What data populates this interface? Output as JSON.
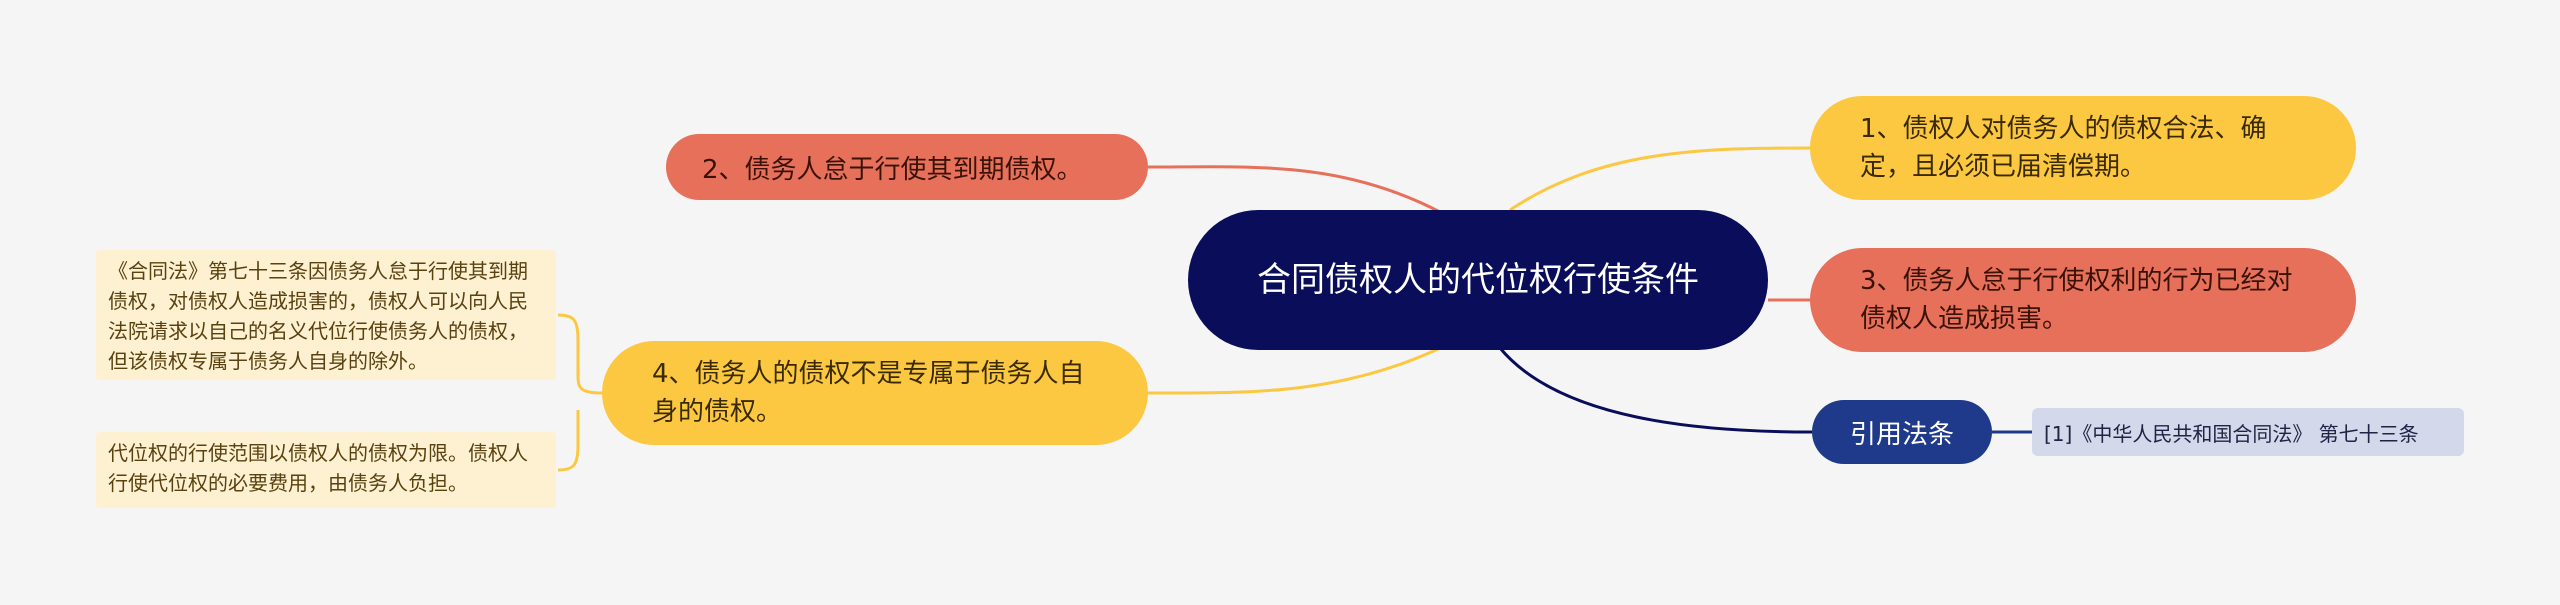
{
  "colors": {
    "background": "#f5f5f5",
    "central": "#0a0e5a",
    "yellow": "#fcc842",
    "red": "#e6705a",
    "navy": "#1f3a8a",
    "ref_leaf": "#d3d8eb",
    "leaf": "#fdf1d2"
  },
  "central": {
    "title": "合同债权人的代位权行使条件"
  },
  "right": [
    {
      "text": "1、债权人对债务人的债权合法、确定，且必须已届清偿期。",
      "color": "yellow"
    },
    {
      "text": "3、债务人怠于行使权利的行为已经对债权人造成损害。",
      "color": "red"
    },
    {
      "text": "引用法条",
      "color": "navy",
      "children": [
        {
          "text": "[1]《中华人民共和国合同法》 第七十三条"
        }
      ]
    }
  ],
  "left": [
    {
      "text": "2、债务人怠于行使其到期债权。",
      "color": "red"
    },
    {
      "text": "4、债务人的债权不是专属于债务人自身的债权。",
      "color": "yellow",
      "children": [
        {
          "text": "《合同法》第七十三条因债务人怠于行使其到期债权，对债权人造成损害的，债权人可以向人民法院请求以自己的名义代位行使债务人的债权，但该债权专属于债务人自身的除外。"
        },
        {
          "text": "代位权的行使范围以债权人的债权为限。债权人行使代位权的必要费用，由债务人负担。"
        }
      ]
    }
  ]
}
